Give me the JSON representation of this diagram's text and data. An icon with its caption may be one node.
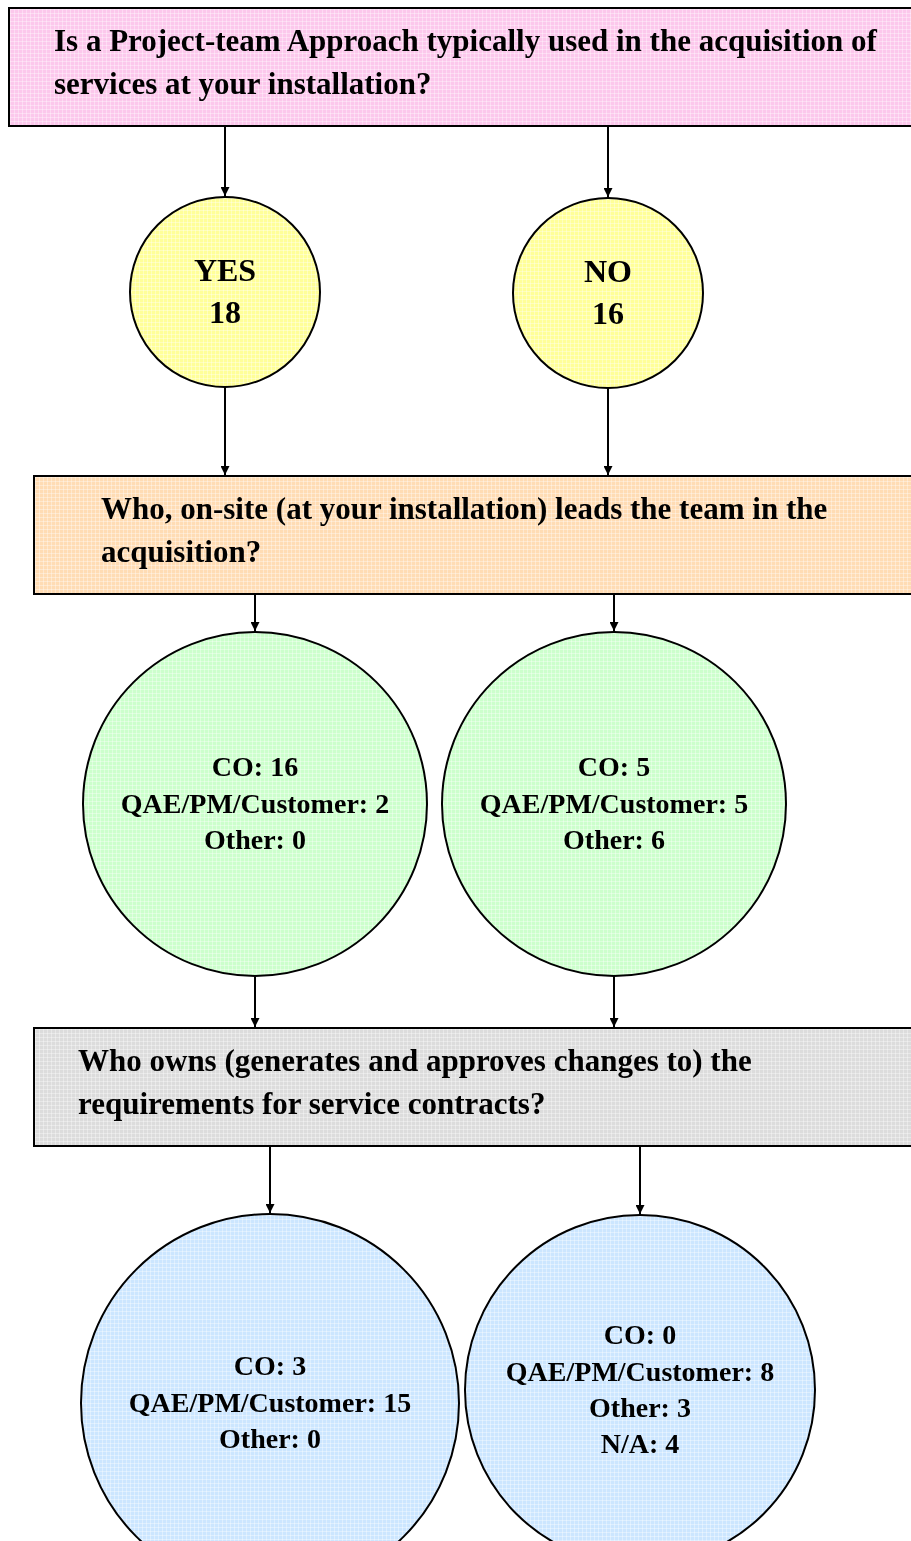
{
  "diagram": {
    "nodes": [
      {
        "text": [
          "Is a Project-team Approach typically used in the acquisition of services at your installation?"
        ]
      },
      {
        "text": [
          "YES",
          "18"
        ]
      },
      {
        "text": [
          "NO",
          "16"
        ]
      },
      {
        "text": [
          "Who, on-site (at your installation) leads the team in the acquisition?"
        ]
      },
      {
        "text": [
          "CO: 16",
          "QAE/PM/Customer: 2",
          "Other: 0"
        ]
      },
      {
        "text": [
          "CO: 5",
          "QAE/PM/Customer: 5",
          "Other: 6"
        ]
      },
      {
        "text": [
          "Who owns (generates and approves changes to) the requirements for service contracts?"
        ]
      },
      {
        "text": [
          "CO: 3",
          "QAE/PM/Customer: 15",
          "Other: 0"
        ]
      },
      {
        "text": [
          "CO: 0",
          "QAE/PM/Customer: 8",
          "Other: 3",
          "N/A: 4"
        ]
      }
    ],
    "edges": [
      {
        "from": 0,
        "to": 1,
        "arrow": "to"
      },
      {
        "from": 0,
        "to": 2,
        "arrow": "to"
      },
      {
        "from": 1,
        "to": 3,
        "arrow": "to"
      },
      {
        "from": 2,
        "to": 3,
        "arrow": "to"
      },
      {
        "from": 3,
        "to": 4,
        "arrow": "to"
      },
      {
        "from": 3,
        "to": 5,
        "arrow": "to"
      },
      {
        "from": 4,
        "to": 6,
        "arrow": "to"
      },
      {
        "from": 5,
        "to": 6,
        "arrow": "to"
      },
      {
        "from": 6,
        "to": 7,
        "arrow": "to"
      },
      {
        "from": 6,
        "to": 8,
        "arrow": "to"
      }
    ]
  }
}
